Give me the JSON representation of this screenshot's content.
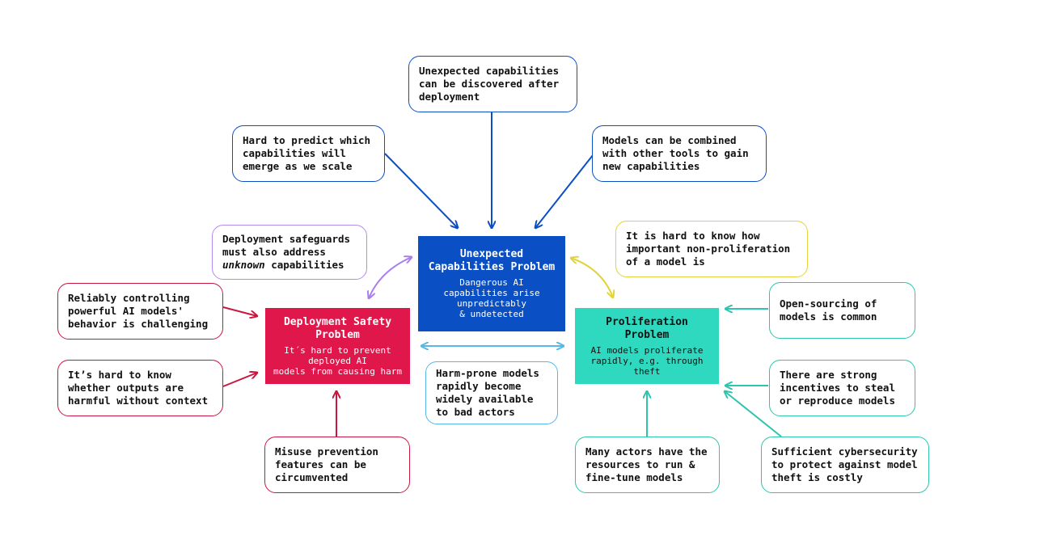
{
  "colors": {
    "blue": "#0b4fc4",
    "red": "#e0174a",
    "teal": "#2ed9bf",
    "purple": "#a97ff0",
    "yellow": "#e6d440",
    "sky": "#56b7e8"
  },
  "core": {
    "unexpected": {
      "title": "Unexpected\nCapabilities Problem",
      "desc": "Dangerous AI\ncapabilities arise\nunpredictably\n& undetected"
    },
    "deployment": {
      "title": "Deployment Safety\nProblem",
      "desc": "It´s hard to prevent\ndeployed AI\nmodels from causing harm"
    },
    "proliferation": {
      "title": "Proliferation\nProblem",
      "desc": "AI models proliferate\nrapidly, e.g. through\ntheft"
    }
  },
  "notes": {
    "discovered": "Unexpected capabilities\ncan be discovered after\ndeployment",
    "predict": "Hard to predict which\ncapabilities will\nemerge as we scale",
    "combined": "Models can be combined\nwith other tools to gain\nnew capabilities",
    "safeguards_pre": "Deployment safeguards\nmust also address\n",
    "safeguards_em": "unknown",
    "safeguards_post": " capabilities",
    "nonprolif": "It is hard to know how\nimportant non-proliferation\nof a model is",
    "controlling": "Reliably controlling\npowerful AI models'\nbehavior is challenging",
    "opensource": "Open-sourcing of\nmodels is common",
    "outputs": "It’s hard to know\nwhether outputs are\nharmful without context",
    "harmprone": "Harm-prone models\nrapidly become\nwidely available\nto bad actors",
    "incentives": "There are strong\nincentives to steal\nor reproduce models",
    "misuse": "Misuse prevention\nfeatures can be\ncircumvented",
    "actors": "Many actors have the\nresources to run &\nfine-tune models",
    "cyber": "Sufficient cybersecurity\nto protect against model\ntheft is costly"
  }
}
